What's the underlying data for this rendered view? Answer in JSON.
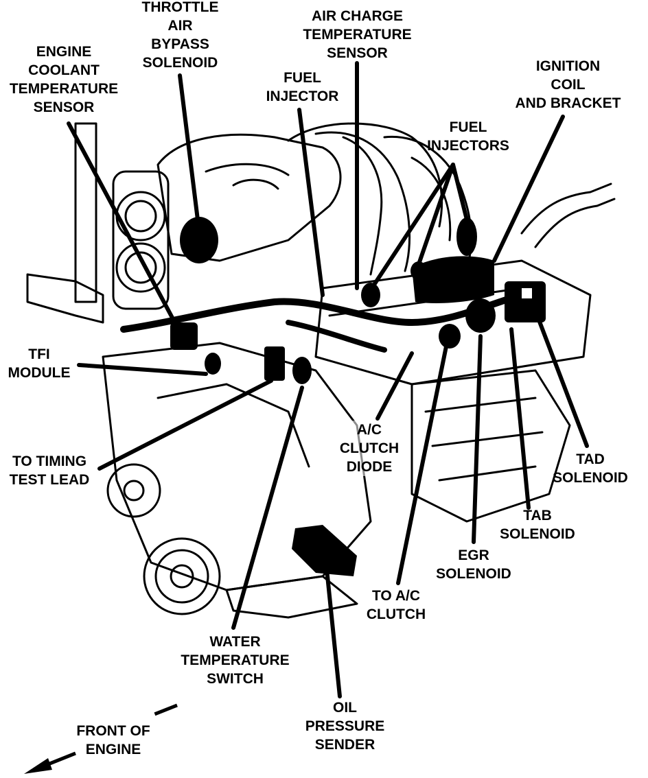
{
  "diagram": {
    "labels": {
      "throttle_air_bypass_solenoid": [
        "THROTTLE",
        "AIR",
        "BYPASS",
        "SOLENOID"
      ],
      "air_charge_temperature_sensor": [
        "AIR CHARGE",
        "TEMPERATURE",
        "SENSOR"
      ],
      "engine_coolant_temperature_sensor": [
        "ENGINE",
        "COOLANT",
        "TEMPERATURE",
        "SENSOR"
      ],
      "fuel_injector": [
        "FUEL",
        "INJECTOR"
      ],
      "ignition_coil_and_bracket": [
        "IGNITION",
        "COIL",
        "AND BRACKET"
      ],
      "fuel_injectors": [
        "FUEL",
        "INJECTORS"
      ],
      "tfi_module": [
        "TFI",
        "MODULE"
      ],
      "to_timing_test_lead": [
        "TO TIMING",
        "TEST LEAD"
      ],
      "ac_clutch_diode": [
        "A/C",
        "CLUTCH",
        "DIODE"
      ],
      "tad_solenoid": [
        "TAD",
        "SOLENOID"
      ],
      "tab_solenoid": [
        "TAB",
        "SOLENOID"
      ],
      "egr_solenoid": [
        "EGR",
        "SOLENOID"
      ],
      "to_ac_clutch": [
        "TO A/C",
        "CLUTCH"
      ],
      "water_temperature_switch": [
        "WATER",
        "TEMPERATURE",
        "SWITCH"
      ],
      "oil_pressure_sender": [
        "OIL",
        "PRESSURE",
        "SENDER"
      ],
      "front_of_engine": [
        "FRONT OF",
        "ENGINE"
      ]
    }
  }
}
